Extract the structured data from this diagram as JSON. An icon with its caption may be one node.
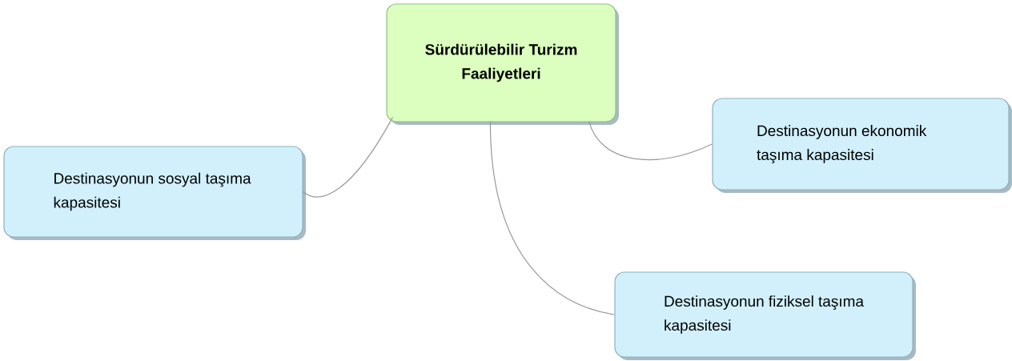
{
  "diagram": {
    "nodes": [
      {
        "text": [
          "Sürdürülebilir Turizm Faaliyetleri"
        ]
      },
      {
        "text": [
          "Destinasyonun sosyal taşıma kapasitesi"
        ]
      },
      {
        "text": [
          "Destinasyonun ekonomik taşıma kapasitesi"
        ]
      },
      {
        "text": [
          "Destinasyonun fiziksel taşıma kapasitesi"
        ]
      }
    ],
    "edges": [
      {
        "from": 0,
        "to": 1,
        "arrow": "none"
      },
      {
        "from": 0,
        "to": 2,
        "arrow": "none"
      },
      {
        "from": 0,
        "to": 3,
        "arrow": "none"
      }
    ]
  }
}
